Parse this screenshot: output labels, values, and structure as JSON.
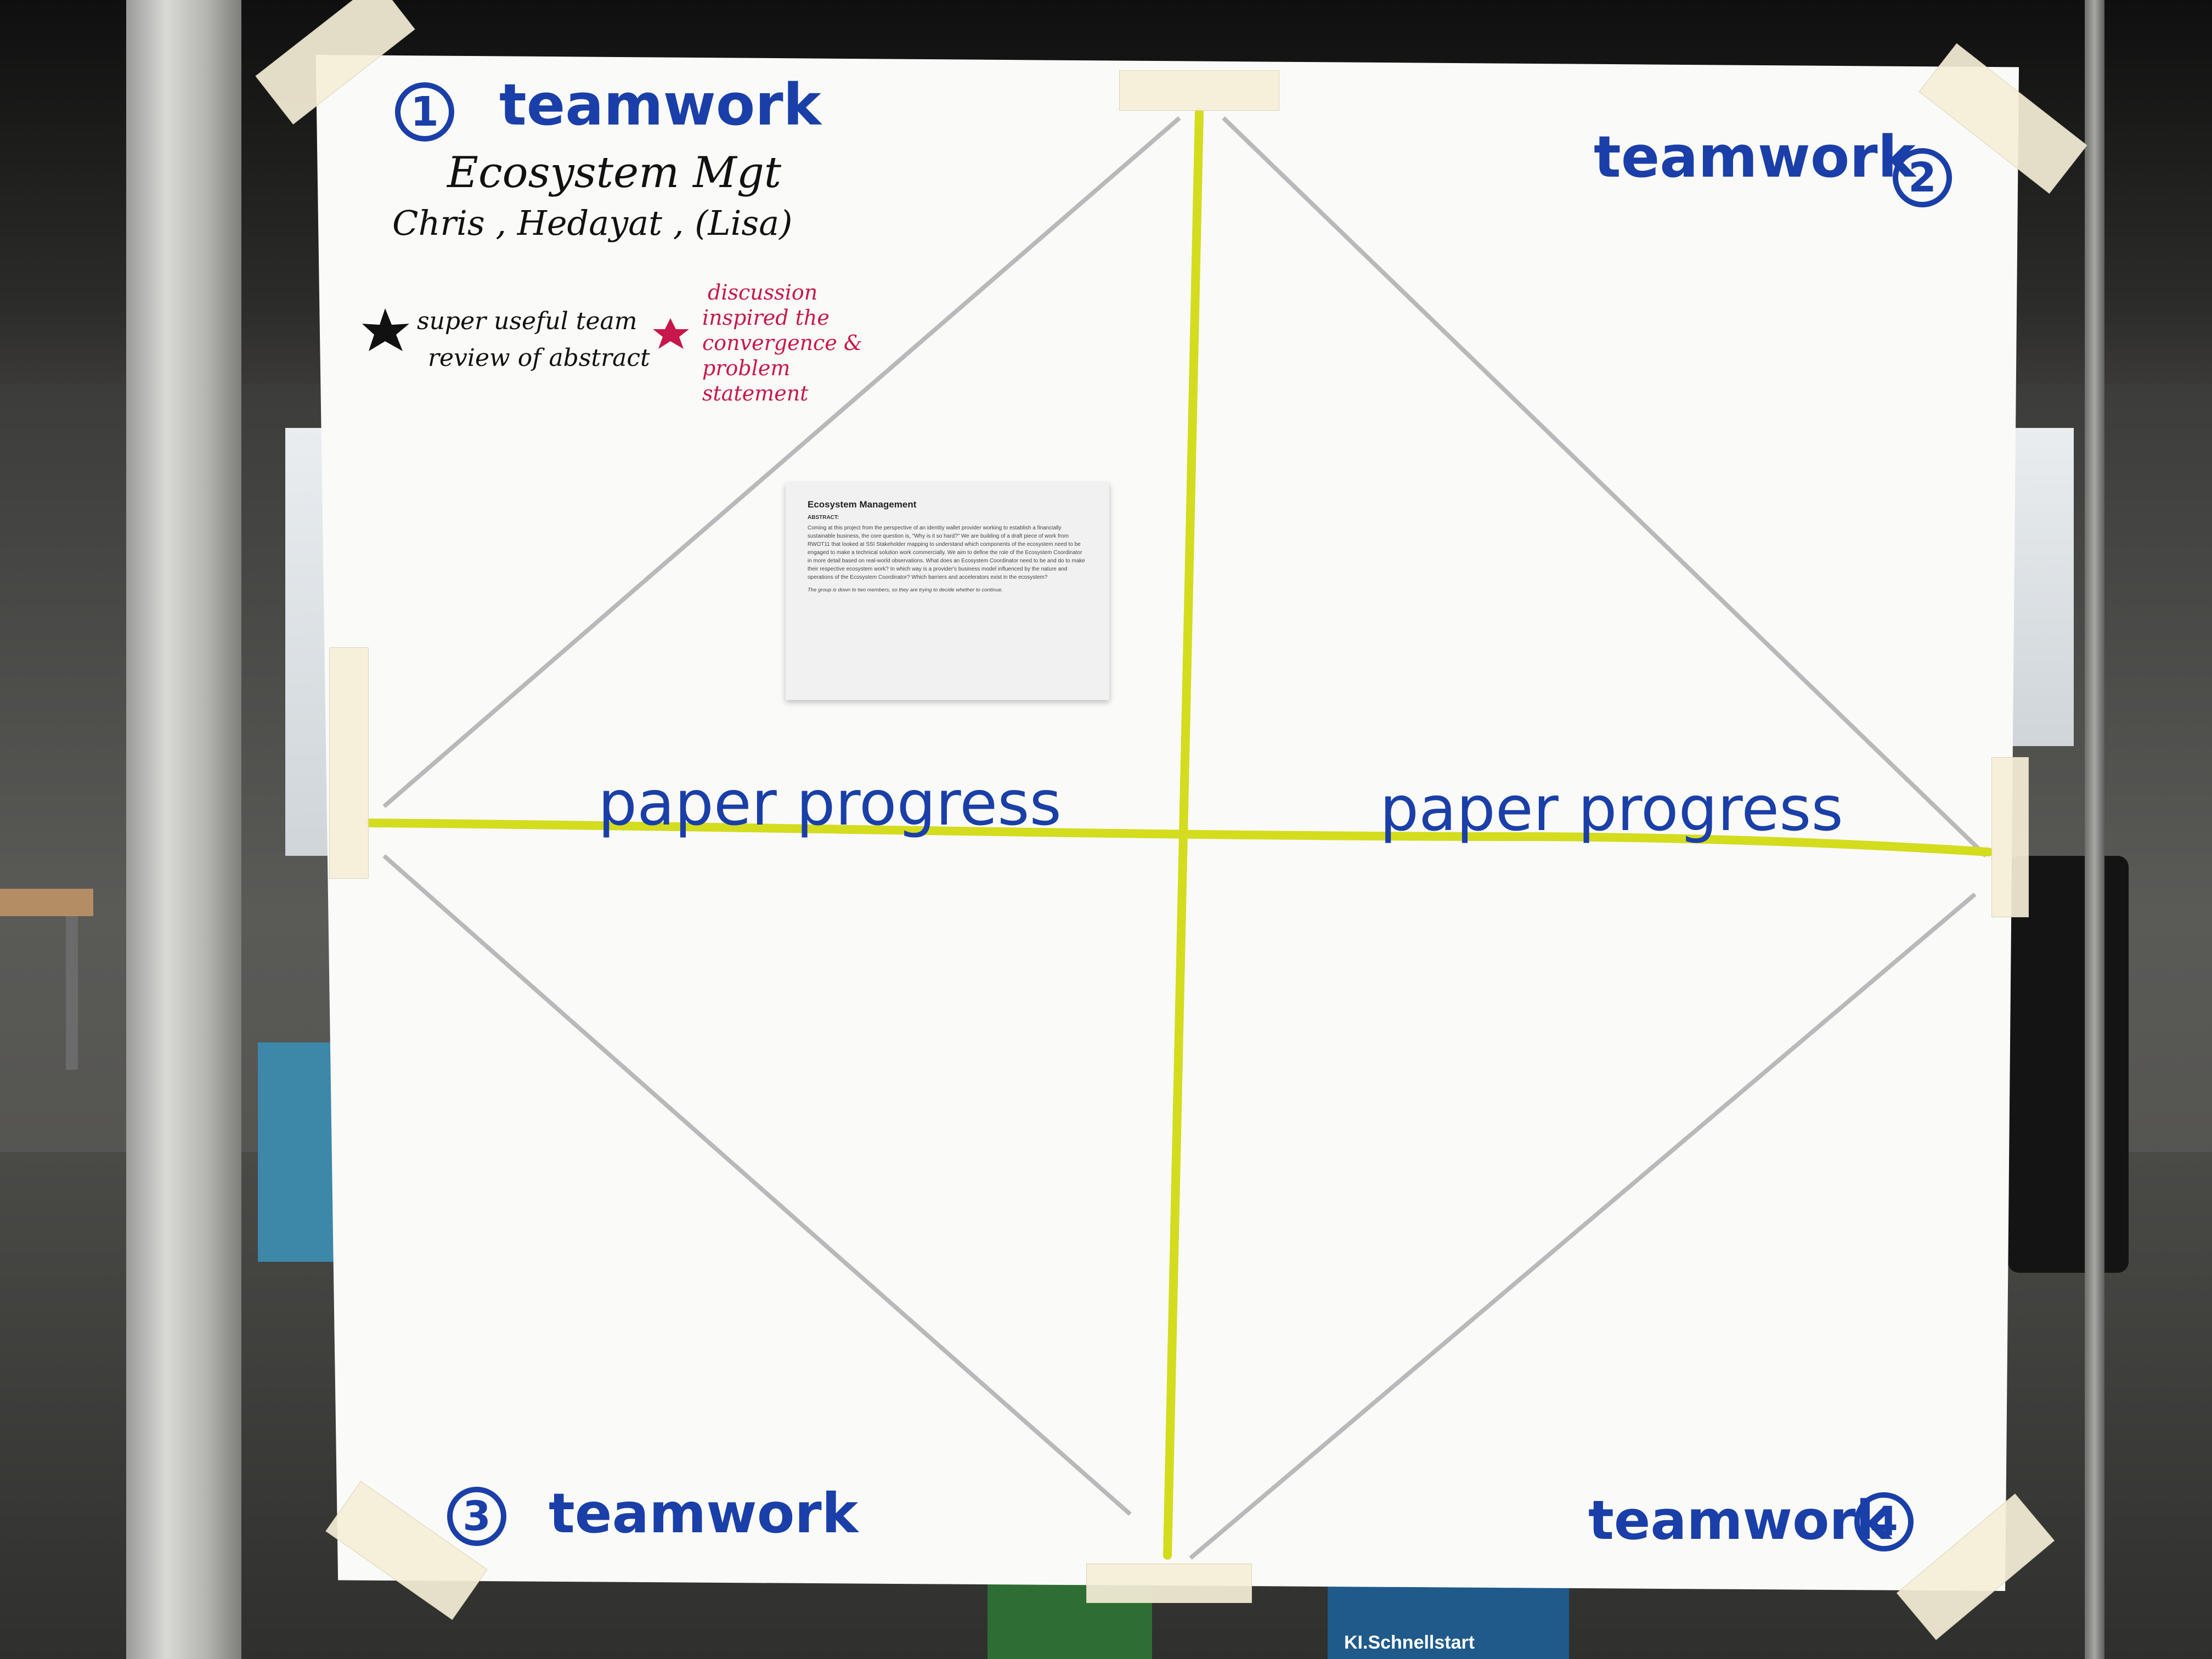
{
  "poster": {
    "q1": {
      "number": "1",
      "heading": "teamwork"
    },
    "q2": {
      "number": "2",
      "heading": "teamwork"
    },
    "q3": {
      "number": "3",
      "heading": "teamwork"
    },
    "q4": {
      "number": "4",
      "heading": "teamwork"
    },
    "progress_left": "paper progress",
    "progress_right": "paper progress",
    "handwritten": {
      "project": "Ecosystem Mgt",
      "members": "Chris , Hedayat , (Lisa)",
      "black_note_line1": "super useful team",
      "black_note_line2": "review of abstract",
      "red_note_line1": "discussion",
      "red_note_line2": "inspired the",
      "red_note_line3": "convergence &",
      "red_note_line4": "problem",
      "red_note_line5": "statement"
    }
  },
  "abstract_card": {
    "title": "Ecosystem Management",
    "label": "ABSTRACT:",
    "body": "Coming at this project from the perspective of an identity wallet provider working to establish a financially sustainable business, the core question is, \"Why is it so hard?\" We are building of a draft piece of work from RWOT11 that looked at SSI Stakeholder mapping to understand which components of the ecosystem need to be engaged to make a technical solution work commercially. We aim to define the role of the Ecosystem Coordinator in more detail based on real-world observations. What does an Ecosystem Coordinator need to be and do to make their respective ecosystem work? In which way is a provider's business model influenced by the nature and operations of the Ecosystem Coordinator? Which barriers and accelerators exist in the ecosystem?",
    "footer": "The group is down to two members, so they are trying to decide whether to continue."
  },
  "background": {
    "book_label": "KI.Schnellstart"
  },
  "colors": {
    "marker_blue": "#1a3fa8",
    "highlighter_yellow": "#d4dc1e",
    "diagonal_grey": "#b9b9bc",
    "red_marker": "#c8174a"
  }
}
